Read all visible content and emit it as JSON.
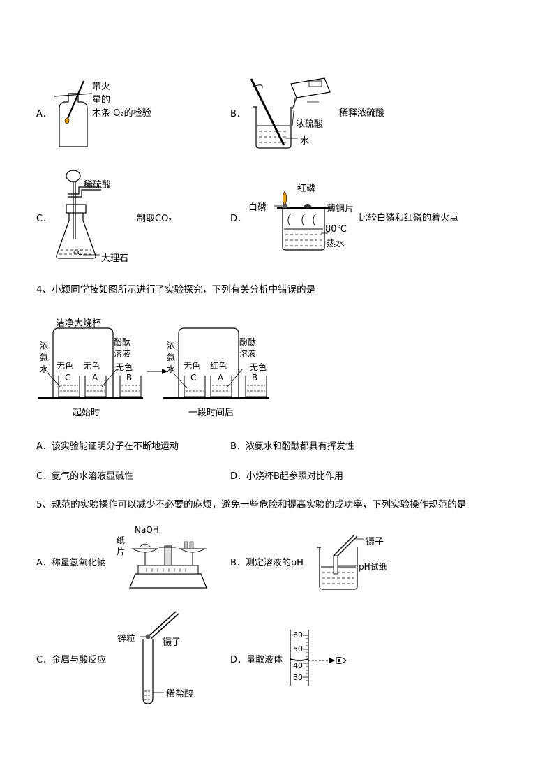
{
  "q3": {
    "A": {
      "letter": "A．",
      "label_line1": "带火",
      "label_line2": "星的",
      "label_line3": "木条 O₂的检验"
    },
    "B": {
      "letter": "B．",
      "label_conc": "浓硫酸",
      "label_water": "水",
      "caption": "稀释浓硫酸"
    },
    "C": {
      "letter": "C．",
      "label_acid": "稀硫酸",
      "label_marble": "大理石",
      "caption": "制取CO₂"
    },
    "D": {
      "letter": "D．",
      "label_red": "红磷",
      "label_white": "白磷",
      "label_copper": "薄铜片",
      "label_temp": "80℃",
      "label_water": "热水",
      "caption": "比较白磷和红磷的着火点"
    }
  },
  "q4": {
    "stem": "4、小颖同学按如图所示进行了实验探究，下列有关分析中错误的是",
    "figure": {
      "big_beaker": "洁净大烧杯",
      "ammonia": [
        "浓",
        "氨",
        "水"
      ],
      "phenol": [
        "酚酞",
        "溶液"
      ],
      "colorless": "无色",
      "red": "红色",
      "cup_c": "C",
      "cup_a": "A",
      "cup_b": "B",
      "start": "起始时",
      "later": "一段时间后"
    },
    "options": {
      "A": "A．该实验能证明分子在不断地运动",
      "B": "B．浓氨水和酚酞都具有挥发性",
      "C": "C．氨气的水溶液显碱性",
      "D": "D．小烧杯B起参照对比作用"
    }
  },
  "q5": {
    "stem": "5、规范的实验操作可以减少不必要的麻烦，避免一些危险和提高实验的成功率，下列实验操作规范的是",
    "A": {
      "text": "A．称量氢氧化钠",
      "naoh": "NaOH",
      "paper1": "纸",
      "paper2": "片"
    },
    "B": {
      "text": "B．测定溶液的pH",
      "tweezers": "镊子",
      "ph_paper": "pH试纸"
    },
    "C": {
      "text": "C．金属与酸反应",
      "zinc": "锌粒",
      "tweezers": "镊子",
      "acid": "稀盐酸"
    },
    "D": {
      "text": "D．量取液体",
      "ticks": [
        "60",
        "50",
        "40",
        "30"
      ]
    }
  }
}
